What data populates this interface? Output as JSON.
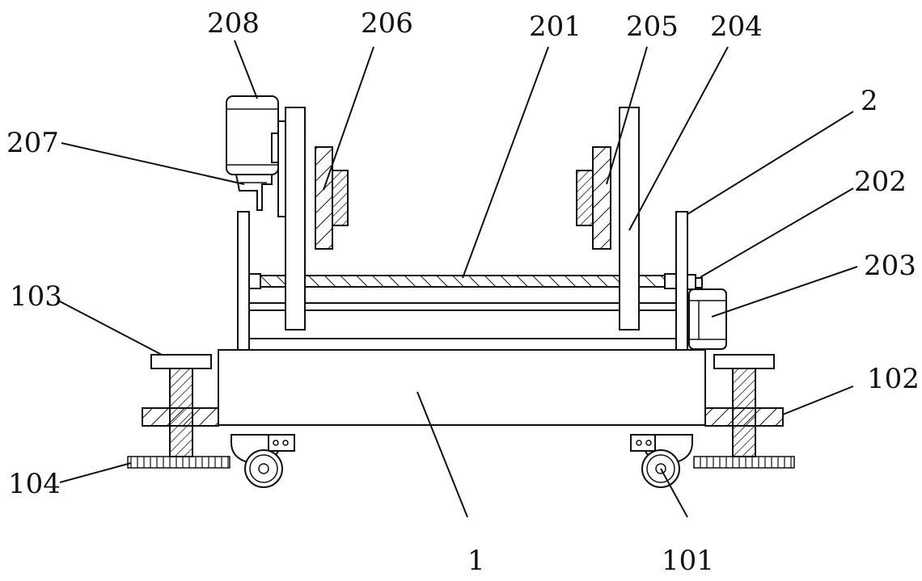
{
  "labels": {
    "l1": "1",
    "l2": "2",
    "l101": "101",
    "l102": "102",
    "l103": "103",
    "l104": "104",
    "l201": "201",
    "l202": "202",
    "l203": "203",
    "l204": "204",
    "l205": "205",
    "l206": "206",
    "l207": "207",
    "l208": "208"
  },
  "colors": {
    "stroke": "#111111",
    "background": "#ffffff"
  }
}
